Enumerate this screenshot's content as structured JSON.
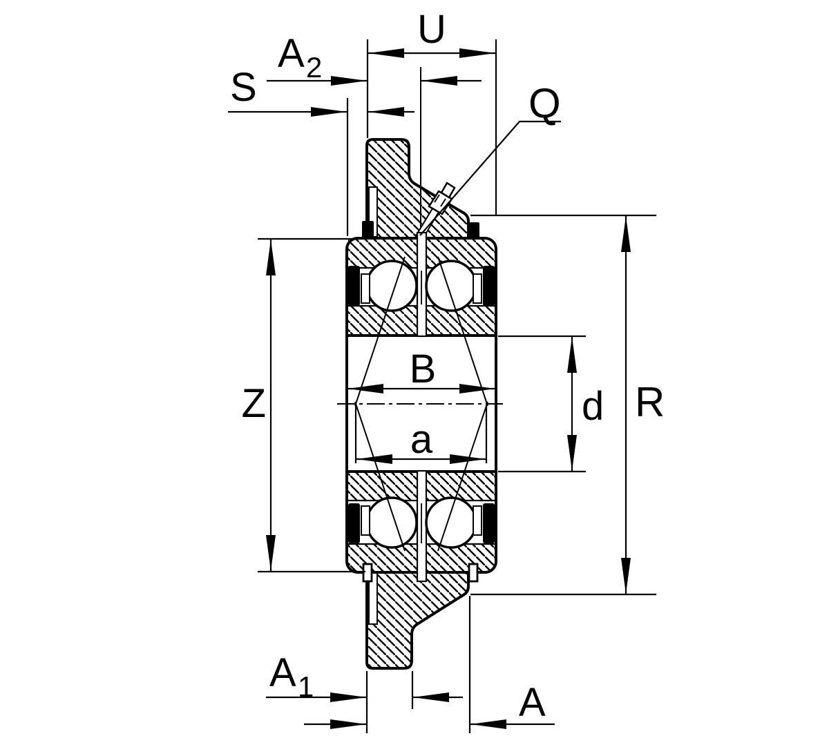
{
  "drawing": {
    "background": "#ffffff",
    "line_color": "#000000",
    "type": "bearing-unit-cross-section",
    "labels": {
      "u": "U",
      "a2_main": "A",
      "a2_sub": "2",
      "s": "S",
      "q": "Q",
      "z": "Z",
      "b": "B",
      "a_small": "a",
      "d": "d",
      "r": "R",
      "a1_main": "A",
      "a1_sub": "1",
      "a_cap": "A"
    }
  }
}
